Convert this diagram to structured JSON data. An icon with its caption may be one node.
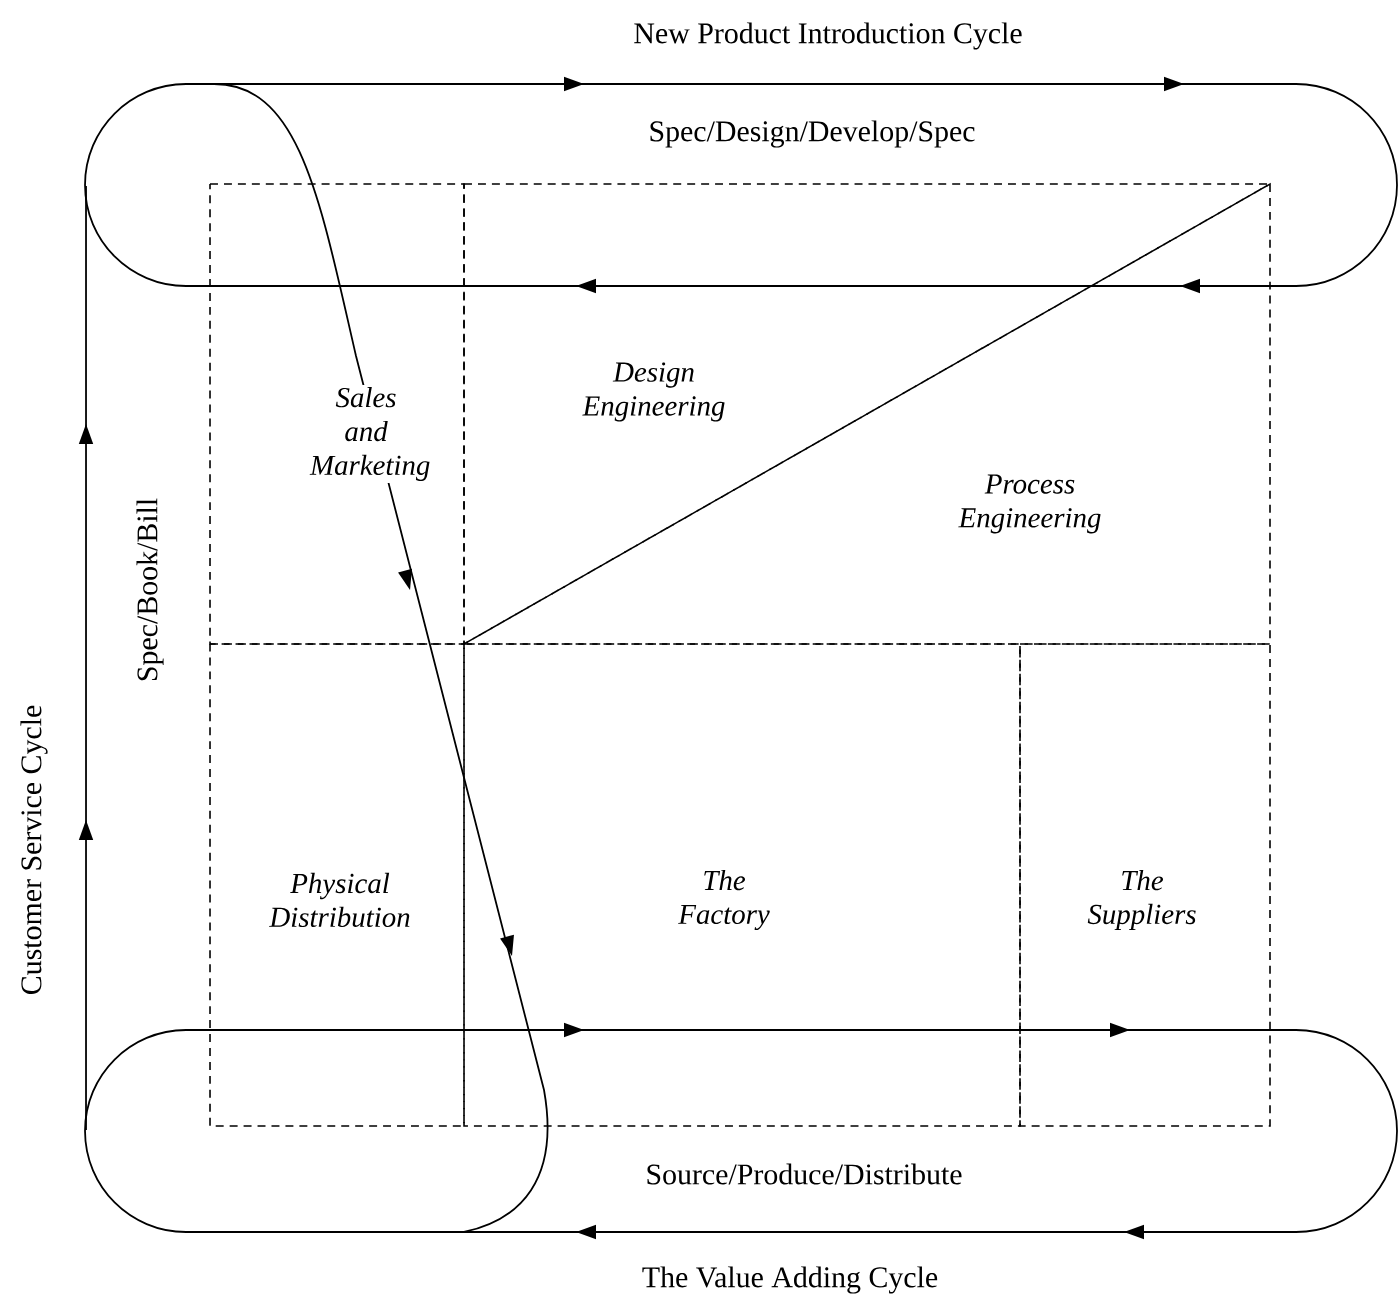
{
  "diagram": {
    "nodes": [
      {
        "text": [
          "Sales and Marketing"
        ]
      },
      {
        "text": [
          "Design Engineering"
        ]
      },
      {
        "text": [
          "Process Engineering"
        ]
      },
      {
        "text": [
          "Physical Distribution"
        ]
      },
      {
        "text": [
          "The Factory"
        ]
      },
      {
        "text": [
          "The Suppliers"
        ]
      }
    ],
    "labels": [
      "New Product Introduction Cycle",
      "Spec/Design/Develop/Spec",
      "Customer Service Cycle",
      "Spec/Book/Bill",
      "Source/Produce/Distribute",
      "The Value Adding Cycle"
    ]
  }
}
